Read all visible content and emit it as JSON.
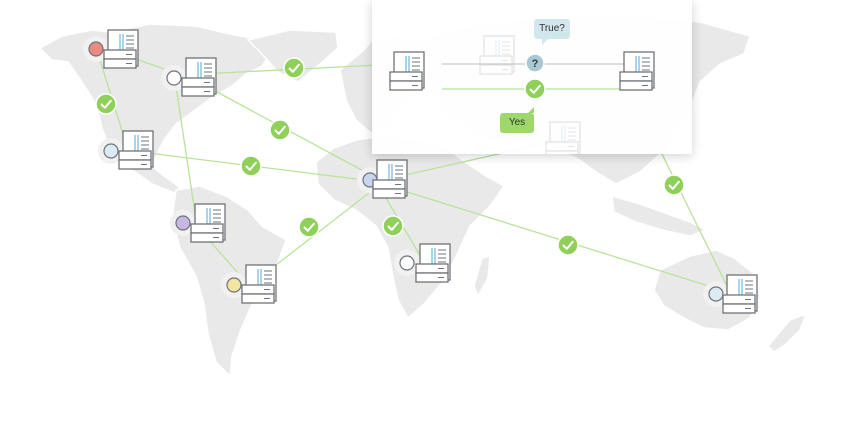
{
  "diagram": {
    "colors": {
      "link": "#b8e39a",
      "check": "#8fd05a",
      "land": "#e9e9e9",
      "question": "#a9c8d4"
    },
    "nodes": [
      {
        "name": "node-alaska",
        "marker_color": "#e98a80"
      },
      {
        "name": "node-canada-east",
        "marker_color": "#ffffff"
      },
      {
        "name": "node-mexico",
        "marker_color": "#dcebf1"
      },
      {
        "name": "node-south-america-north",
        "marker_color": "#c6b8e4"
      },
      {
        "name": "node-south-america-south",
        "marker_color": "#f2e5a1"
      },
      {
        "name": "node-west-africa",
        "marker_color": "#c9d4ef"
      },
      {
        "name": "node-southern-africa",
        "marker_color": "#ffffff"
      },
      {
        "name": "node-australia",
        "marker_color": "#dcebf1"
      }
    ],
    "popup": {
      "question_mark": "?",
      "question_bubble": "True?",
      "answer_bubble": "Yes"
    }
  }
}
